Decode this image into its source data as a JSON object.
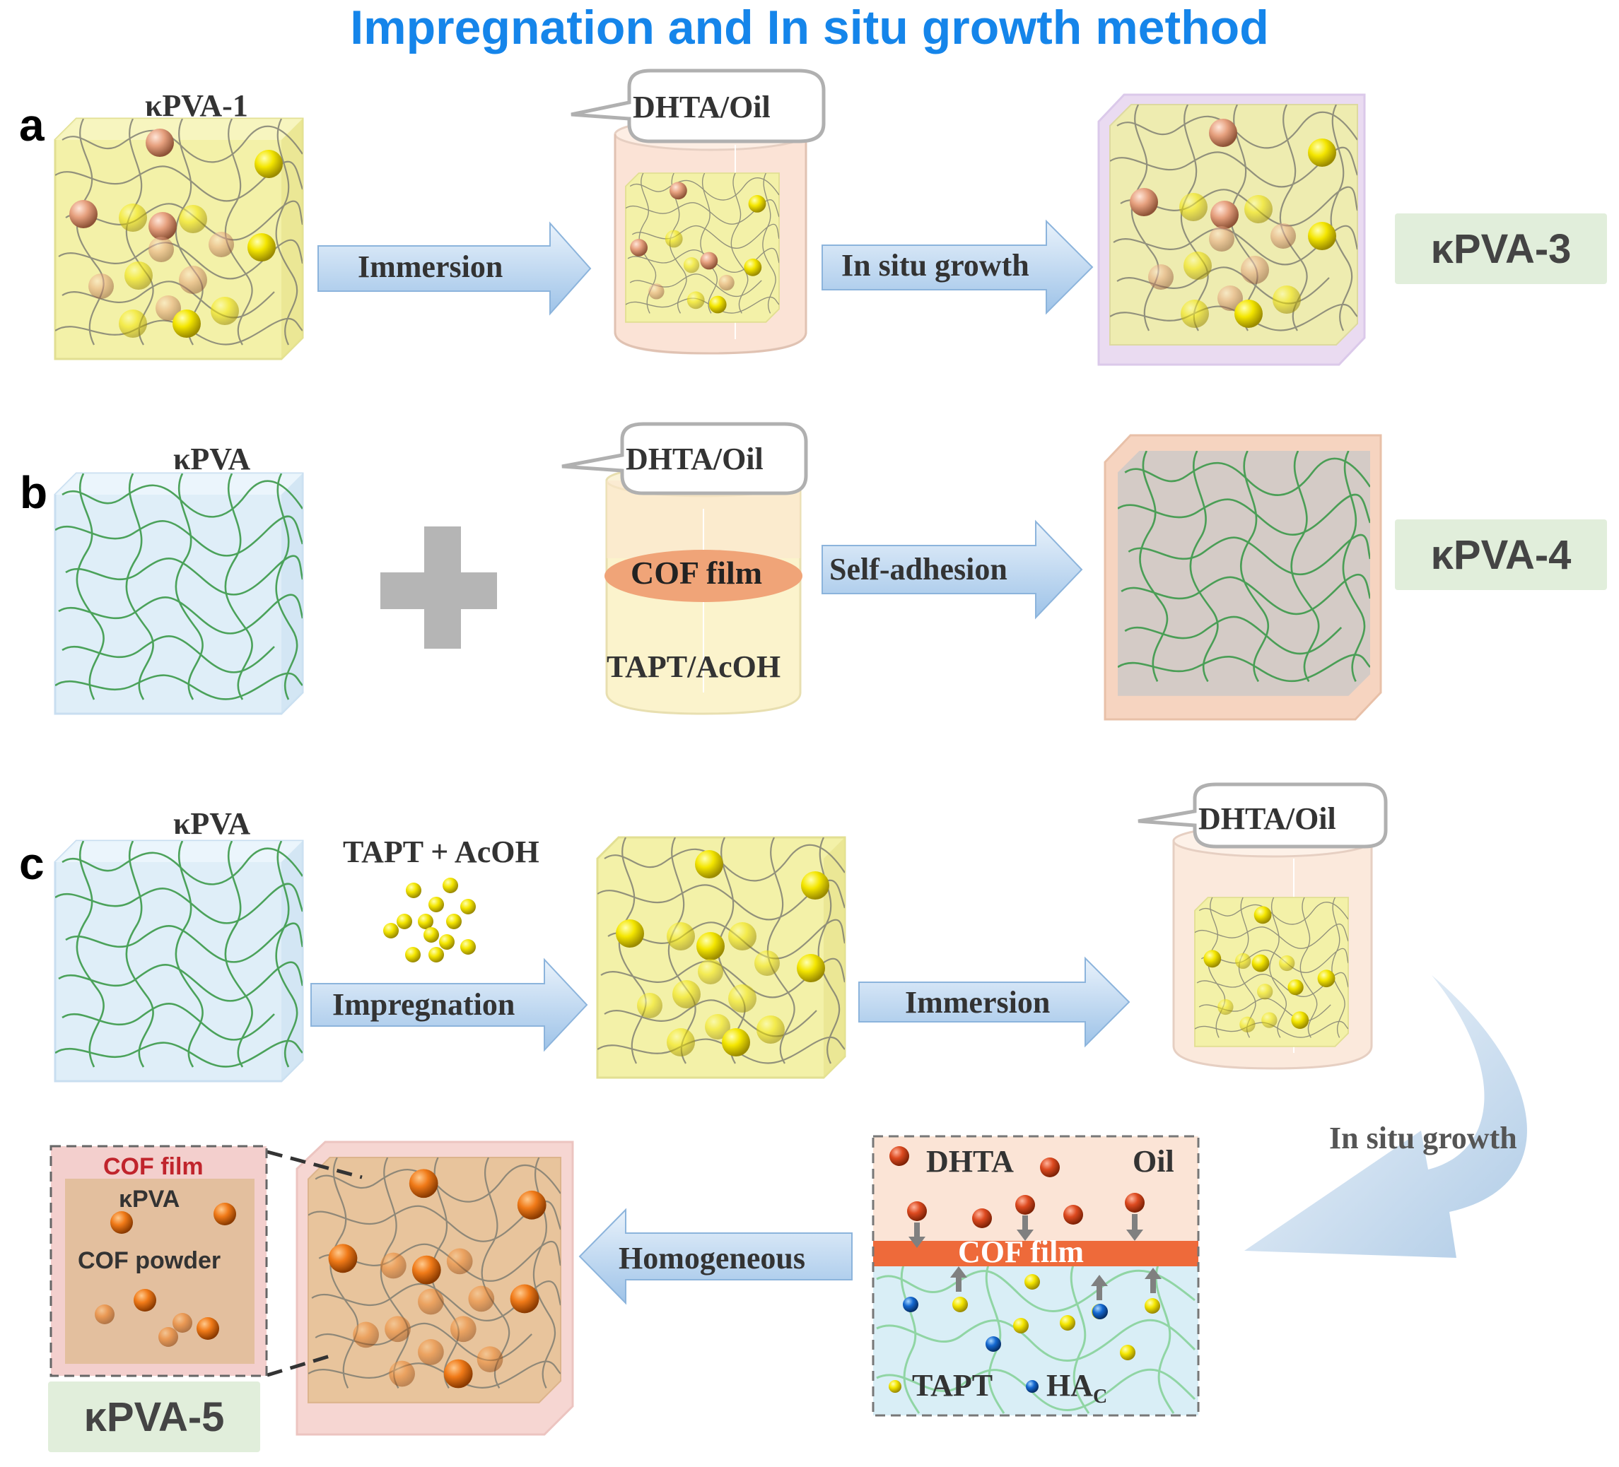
{
  "title": "Impregnation and In situ growth method",
  "colors": {
    "title": "#1585ea",
    "result_bg": "#e1eedb",
    "arrow": "#9cc3e6",
    "cof_film": "#ee6a3a",
    "inset_label": "#c0242c"
  },
  "panel_a": {
    "letter": "a",
    "sample_label": "κPVA-1",
    "beaker_label": "DHTA/Oil",
    "arrow1": "Immersion",
    "arrow2": "In situ growth",
    "result": "κPVA-3"
  },
  "panel_b": {
    "letter": "b",
    "sample_label": "κPVA",
    "beaker_top": "DHTA/Oil",
    "film_label": "COF film",
    "beaker_bottom": "TAPT/AcOH",
    "arrow": "Self-adhesion",
    "result": "κPVA-4"
  },
  "panel_c": {
    "letter": "c",
    "sample_label": "κPVA",
    "reagent_label": "TAPT + AcOH",
    "arrow1": "Impregnation",
    "arrow2": "Immersion",
    "beaker_label": "DHTA/Oil",
    "curve_label": "In situ growth",
    "arrow3": "Homogeneous",
    "result": "κPVA-5",
    "inset": {
      "film": "COF film",
      "matrix": "κPVA",
      "powder": "COF powder"
    },
    "mechanism": {
      "dhta": "DHTA",
      "oil": "Oil",
      "film": "COF film",
      "tapt": "TAPT",
      "ha_main": "HA",
      "ha_sub": "C"
    }
  }
}
